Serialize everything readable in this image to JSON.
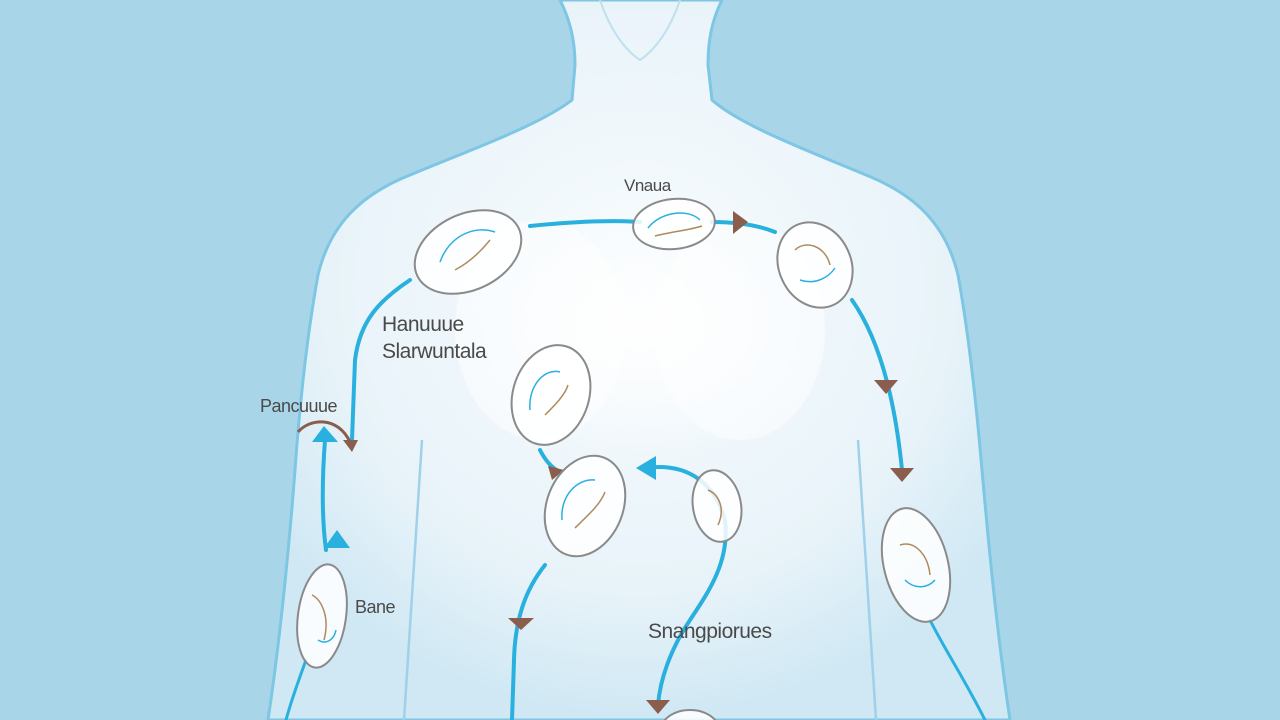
{
  "colors": {
    "background": "#a9d5e9",
    "body_fill": "#eef6fb",
    "body_outline": "#7dc6e4",
    "flow_arrow": "#29b0de",
    "arrowhead": "#8a5d4c",
    "organ_outline": "#8a8a8a",
    "organ_fill": "#ffffff",
    "label_text": "#4a4a4a"
  },
  "labels": {
    "top": "Vnaua",
    "upper_left_line1": "Hanuuue",
    "upper_left_line2": "Slarwuntala",
    "left": "Pancuuue",
    "lower_left": "Bane",
    "lower_right": "Snangpiorues"
  },
  "organs": [
    {
      "name": "organ-upper-left"
    },
    {
      "name": "organ-top-center"
    },
    {
      "name": "organ-upper-right"
    },
    {
      "name": "organ-middle"
    },
    {
      "name": "organ-lower-center"
    },
    {
      "name": "organ-lower-right-small"
    },
    {
      "name": "organ-right"
    },
    {
      "name": "organ-lower-left"
    },
    {
      "name": "organ-bottom"
    }
  ]
}
